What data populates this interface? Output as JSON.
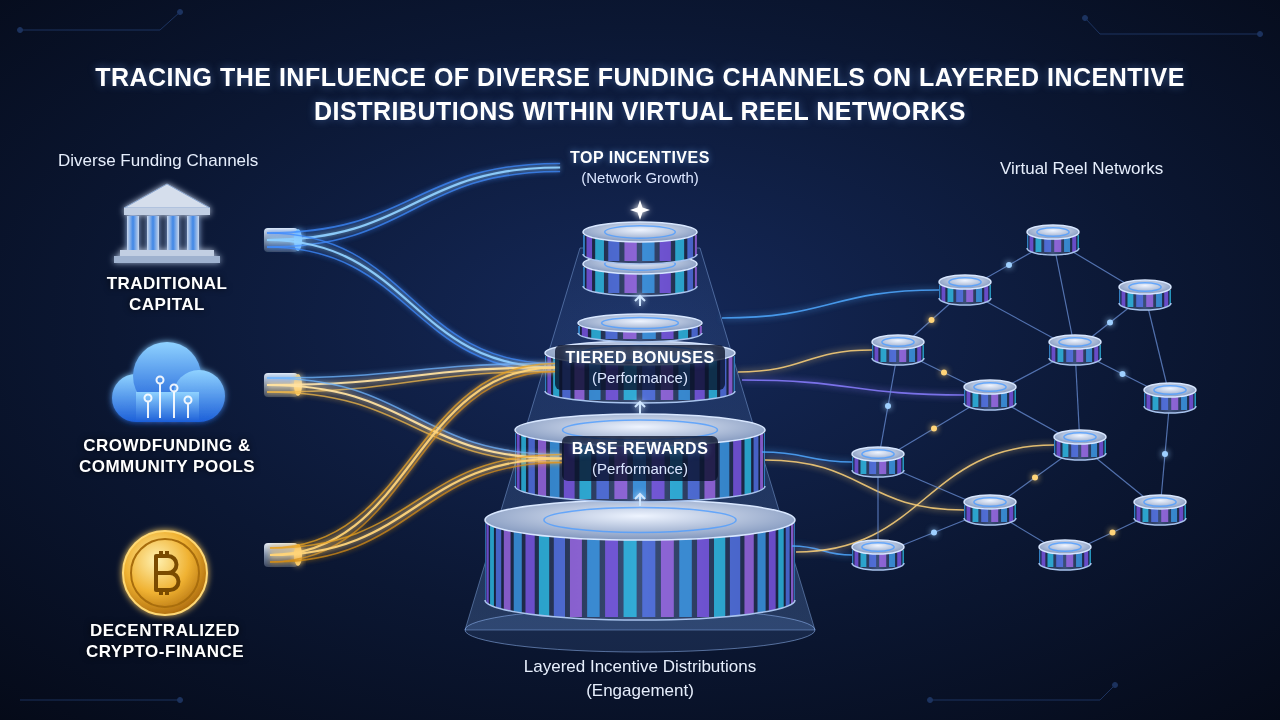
{
  "diagram": {
    "title": "TRACING THE INFLUENCE OF DIVERSE FUNDING CHANNELS ON LAYERED INCENTIVE DISTRIBUTIONS WITHIN VIRTUAL REEL NETWORKS",
    "nodes": [
      {
        "text": [
          "TRADITIONAL CAPITAL"
        ]
      },
      {
        "text": [
          "CROWDFUNDING & COMMUNITY POOLS"
        ]
      },
      {
        "text": [
          "DECENTRALIZED CRYPTO-FINANCE"
        ]
      },
      {
        "text": [
          "Layered Incentive Distributions (Engagement)"
        ]
      },
      {
        "text": [
          "TOP INCENTIVES",
          "(Network Growth)"
        ],
        "in": 3
      },
      {
        "text": [
          "TIERED BONUSES",
          "(Performance)"
        ],
        "in": 3
      },
      {
        "text": [
          "BASE REWARDS",
          "(Performance)"
        ],
        "in": 3
      }
    ],
    "edges": [
      {
        "from": 0,
        "to": 4,
        "arrow": "none"
      },
      {
        "from": 0,
        "to": 5,
        "arrow": "none"
      },
      {
        "from": 1,
        "to": 5,
        "arrow": "none"
      },
      {
        "from": 1,
        "to": 6,
        "arrow": "none"
      },
      {
        "from": 2,
        "to": 5,
        "arrow": "none"
      },
      {
        "from": 2,
        "to": 6,
        "arrow": "none"
      }
    ],
    "labels": [
      "Diverse Funding Channels",
      "Virtual Reel Networks"
    ]
  }
}
